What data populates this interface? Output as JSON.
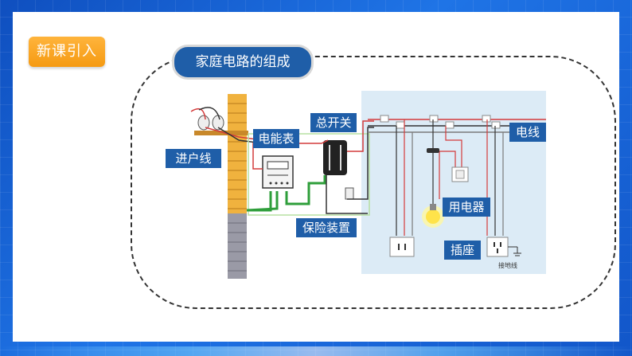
{
  "section_tag": "新课引入",
  "title": "家庭电路的组成",
  "labels": {
    "service_line": "进户线",
    "meter": "电能表",
    "main_switch": "总开关",
    "protection": "保险装置",
    "wire": "电线",
    "appliance": "用电器",
    "socket": "插座",
    "ground_wire": "接地线"
  },
  "colors": {
    "frame_blue": "#1565d8",
    "label_blue": "#1f5ea8",
    "tag_orange": "#f59a12",
    "room_blue": "#dcebf6",
    "wire_red": "#d43b3b",
    "wire_green": "#2e9e3a"
  }
}
